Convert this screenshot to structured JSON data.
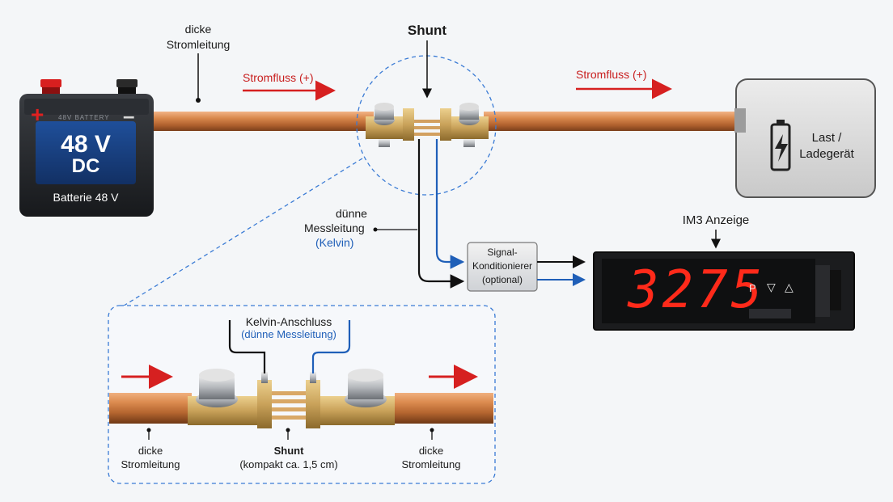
{
  "battery": {
    "voltage": "48 V",
    "type": "DC",
    "label": "Batterie 48 V",
    "plus": "+",
    "minus": "–",
    "brand_text": "48V BATTERY"
  },
  "labels": {
    "thick_cable_top_1": "dicke",
    "thick_cable_top_2": "Stromleitung",
    "current_flow_left": "Stromfluss (+)",
    "current_flow_right": "Stromfluss (+)",
    "shunt_title": "Shunt",
    "thin_line_1": "dünne",
    "thin_line_2": "Messleitung",
    "thin_line_3": "(Kelvin)"
  },
  "load": {
    "line1": "Last /",
    "line2": "Ladegerät",
    "icon": "battery-charging-icon"
  },
  "conditioner": {
    "line1": "Signal-",
    "line2": "Konditionierer",
    "line3": "(optional)"
  },
  "display": {
    "title": "IM3 Anzeige",
    "reading": "3275",
    "key_p": "P",
    "key_down": "▽",
    "key_up": "△"
  },
  "detail": {
    "kelvin_title": "Kelvin-Anschluss",
    "kelvin_sub": "(dünne Messleitung)",
    "left_1": "dicke",
    "left_2": "Stromleitung",
    "center_1": "Shunt",
    "center_2": "(kompakt ca. 1,5 cm)",
    "right_1": "dicke",
    "right_2": "Stromleitung"
  },
  "colors": {
    "copper": "#c8773f",
    "brass": "#c9a25a",
    "signal_blue": "#1f5fb8",
    "arrow_red": "#d62020",
    "display_red": "#ff2a1a"
  }
}
